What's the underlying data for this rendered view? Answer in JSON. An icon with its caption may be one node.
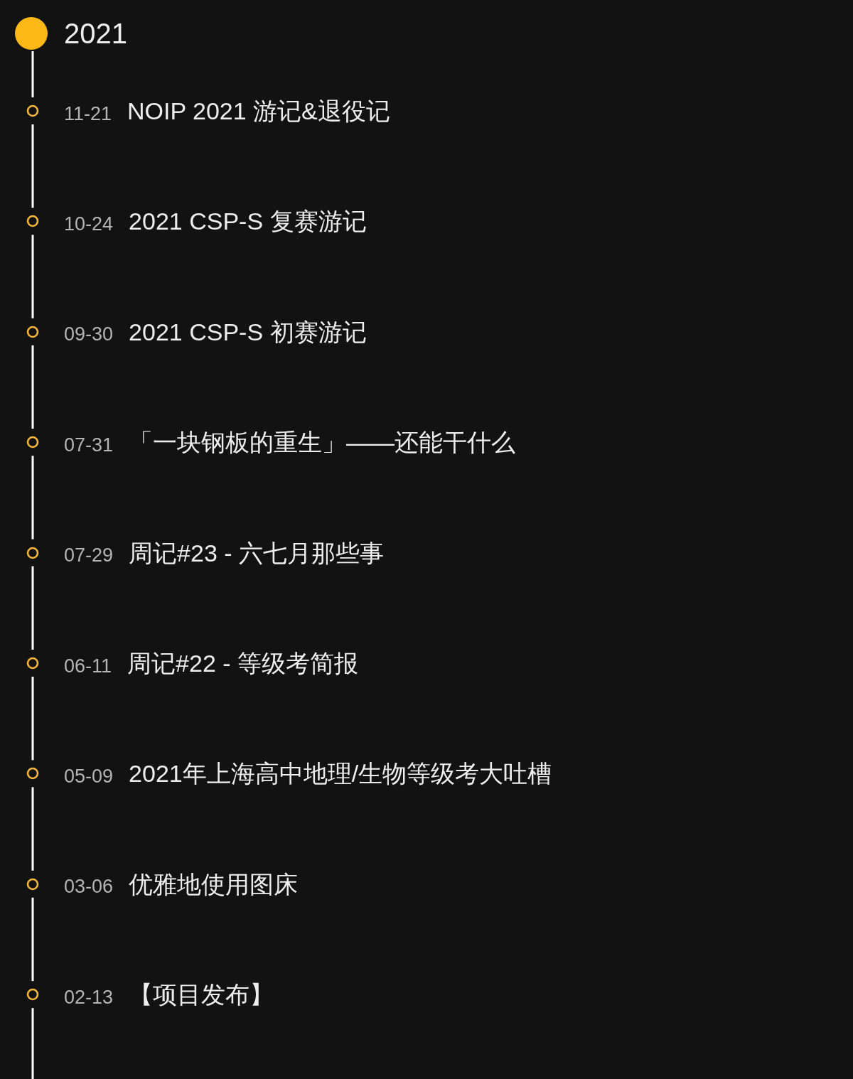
{
  "diagram": {
    "nodes": [
      {
        "text": [
          "2021"
        ]
      },
      {
        "text": [
          "11-21",
          "NOIP 2021 游记&退役记"
        ]
      },
      {
        "text": [
          "10-24",
          "2021 CSP-S 复赛游记"
        ]
      },
      {
        "text": [
          "09-30",
          "2021 CSP-S 初赛游记"
        ]
      },
      {
        "text": [
          "07-31",
          "「一块钢板的重生」——还能干什么"
        ]
      },
      {
        "text": [
          "07-29",
          "周记#23 - 六七月那些事"
        ]
      },
      {
        "text": [
          "06-11",
          "周记#22 - 等级考简报"
        ]
      },
      {
        "text": [
          "05-09",
          "2021年上海高中地理/生物等级考大吐槽"
        ]
      },
      {
        "text": [
          "03-06",
          "优雅地使用图床"
        ]
      },
      {
        "text": [
          "02-13",
          "【项目发布】"
        ]
      }
    ],
    "edges": [
      {
        "from": 0,
        "to": 1,
        "arrow": "none"
      },
      {
        "from": 1,
        "to": 2,
        "arrow": "none"
      },
      {
        "from": 2,
        "to": 3,
        "arrow": "none"
      },
      {
        "from": 3,
        "to": 4,
        "arrow": "none"
      },
      {
        "from": 4,
        "to": 5,
        "arrow": "none"
      },
      {
        "from": 5,
        "to": 6,
        "arrow": "none"
      },
      {
        "from": 6,
        "to": 7,
        "arrow": "none"
      },
      {
        "from": 7,
        "to": 8,
        "arrow": "none"
      },
      {
        "from": 8,
        "to": 9,
        "arrow": "none"
      },
      {
        "from": 9,
        "to": null,
        "arrow": "none"
      }
    ]
  }
}
